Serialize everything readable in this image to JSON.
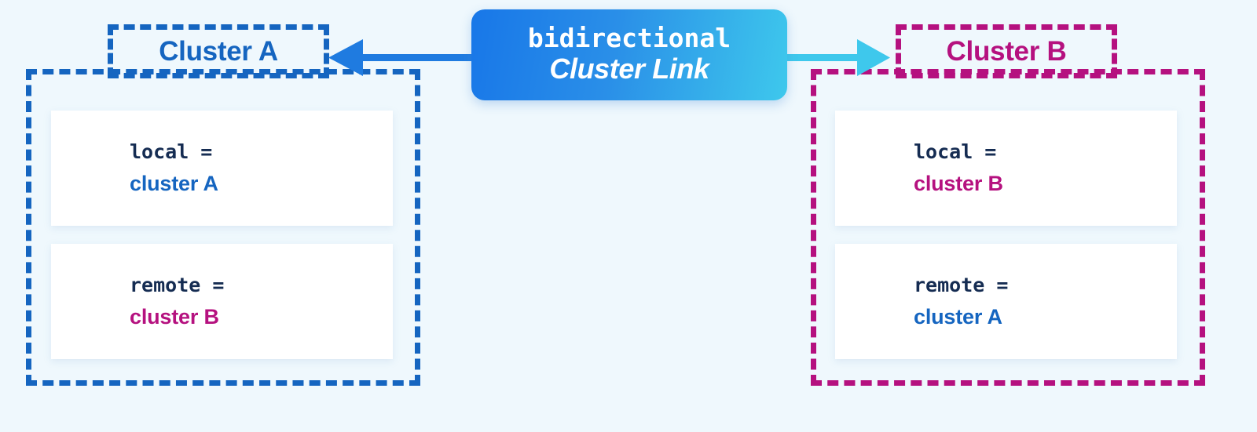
{
  "background_color": "#eff8fd",
  "colors": {
    "cluster_a": "#1565C0",
    "cluster_b": "#B5117F",
    "key_text": "#152C52",
    "badge_gradient_start": "#1877E8",
    "badge_gradient_end": "#3EC8EC",
    "arrow_left": "#1F7BE0",
    "arrow_right": "#3EC8EC",
    "card_background": "#FFFFFF"
  },
  "link_badge": {
    "line1": "bidirectional",
    "line2": "Cluster Link"
  },
  "arrows": {
    "left": {
      "direction": "left",
      "color": "#1F7BE0",
      "label": ""
    },
    "right": {
      "direction": "right",
      "color": "#3EC8EC",
      "label": ""
    }
  },
  "clusters": [
    {
      "id": "cluster-a",
      "title": "Cluster A",
      "accent": "#1565C0",
      "properties": [
        {
          "key": "local =",
          "value": "cluster A",
          "value_color": "#1565C0"
        },
        {
          "key": "remote =",
          "value": "cluster B",
          "value_color": "#B5117F"
        }
      ]
    },
    {
      "id": "cluster-b",
      "title": "Cluster B",
      "accent": "#B5117F",
      "properties": [
        {
          "key": "local =",
          "value": "cluster B",
          "value_color": "#B5117F"
        },
        {
          "key": "remote =",
          "value": "cluster A",
          "value_color": "#1565C0"
        }
      ]
    }
  ]
}
